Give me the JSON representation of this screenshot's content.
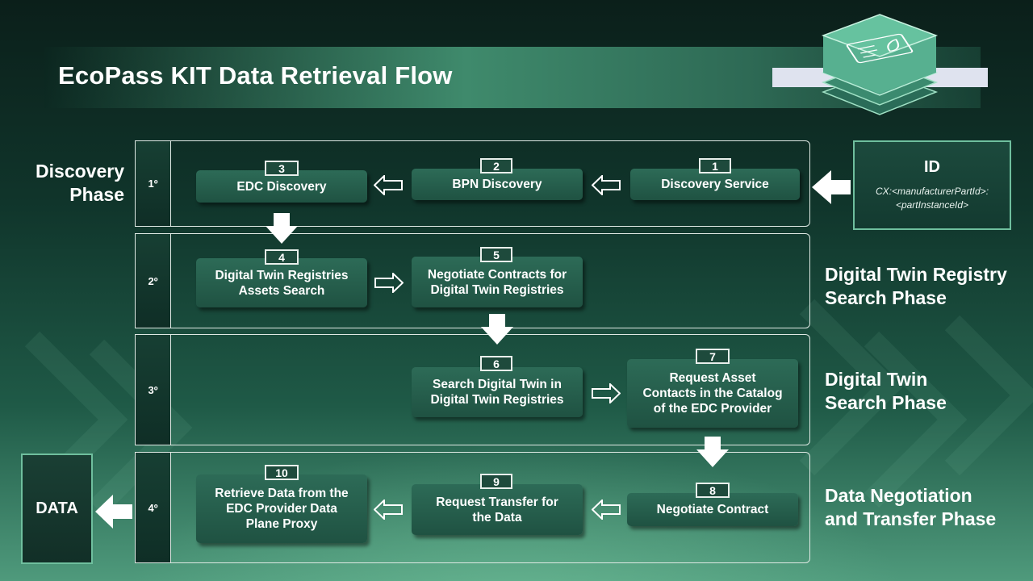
{
  "title": "EcoPass KIT Data Retrieval Flow",
  "phases": [
    {
      "number": "1º",
      "label_line1": "Discovery",
      "label_line2": "Phase"
    },
    {
      "number": "2º",
      "label_line1": "Digital Twin Registry",
      "label_line2": "Search Phase"
    },
    {
      "number": "3º",
      "label_line1": "Digital Twin",
      "label_line2": "Search Phase"
    },
    {
      "number": "4º",
      "label_line1": "Data Negotiation",
      "label_line2": "and Transfer Phase"
    }
  ],
  "steps": [
    {
      "number": "1",
      "line1": "Discovery Service",
      "line2": "",
      "line3": ""
    },
    {
      "number": "2",
      "line1": "BPN Discovery",
      "line2": "",
      "line3": ""
    },
    {
      "number": "3",
      "line1": "EDC Discovery",
      "line2": "",
      "line3": ""
    },
    {
      "number": "4",
      "line1": "Digital Twin Registries",
      "line2": "Assets Search",
      "line3": ""
    },
    {
      "number": "5",
      "line1": "Negotiate Contracts for",
      "line2": "Digital Twin Registries",
      "line3": ""
    },
    {
      "number": "6",
      "line1": "Search Digital Twin in",
      "line2": "Digital Twin Registries",
      "line3": ""
    },
    {
      "number": "7",
      "line1": "Request Asset",
      "line2": "Contacts in the Catalog",
      "line3": "of the EDC Provider"
    },
    {
      "number": "8",
      "line1": "Negotiate Contract",
      "line2": "",
      "line3": ""
    },
    {
      "number": "9",
      "line1": "Request Transfer for",
      "line2": "the Data",
      "line3": ""
    },
    {
      "number": "10",
      "line1": "Retrieve Data from the",
      "line2": "EDC Provider Data",
      "line3": "Plane Proxy"
    }
  ],
  "id_box": {
    "title": "ID",
    "line1": "CX:<manufacturerPartId>:",
    "line2": "<partInstanceId>"
  },
  "data_box": {
    "label": "DATA"
  },
  "colors": {
    "accent": "#2d6b57",
    "border": "#dfe9e4",
    "id_border": "#6fbf9e"
  }
}
